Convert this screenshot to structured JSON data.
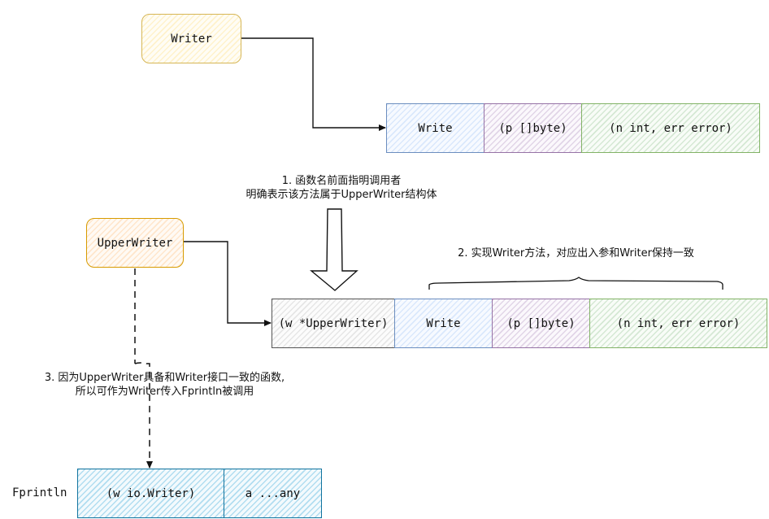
{
  "interface": {
    "name": "Writer",
    "method": {
      "name": "Write",
      "params": "(p []byte)",
      "returns": "(n int, err error)"
    }
  },
  "struct": {
    "name": "UpperWriter",
    "method": {
      "receiver": "(w *UpperWriter)",
      "name": "Write",
      "params": "(p []byte)",
      "returns": "(n int, err error)"
    }
  },
  "fprintln": {
    "label": "Fprintln",
    "param1": "(w io.Writer)",
    "param2": "a ...any"
  },
  "notes": {
    "note1_line1": "1. 函数名前面指明调用者",
    "note1_line2": "明确表示该方法属于UpperWriter结构体",
    "note2": "2. 实现Writer方法，对应出入参和Writer保持一致",
    "note3_line1": "3. 因为UpperWriter具备和Writer接口一致的函数,",
    "note3_line2": "所以可作为Writer传入Fprintln被调用"
  },
  "colors": {
    "interface_stroke": "#d6b656",
    "struct_stroke": "#d79b00",
    "method_name_stroke": "#6c8ebf",
    "params_stroke": "#9673a6",
    "returns_stroke": "#82b366",
    "receiver_stroke": "#555555",
    "fprintln_stroke": "#10739e"
  }
}
